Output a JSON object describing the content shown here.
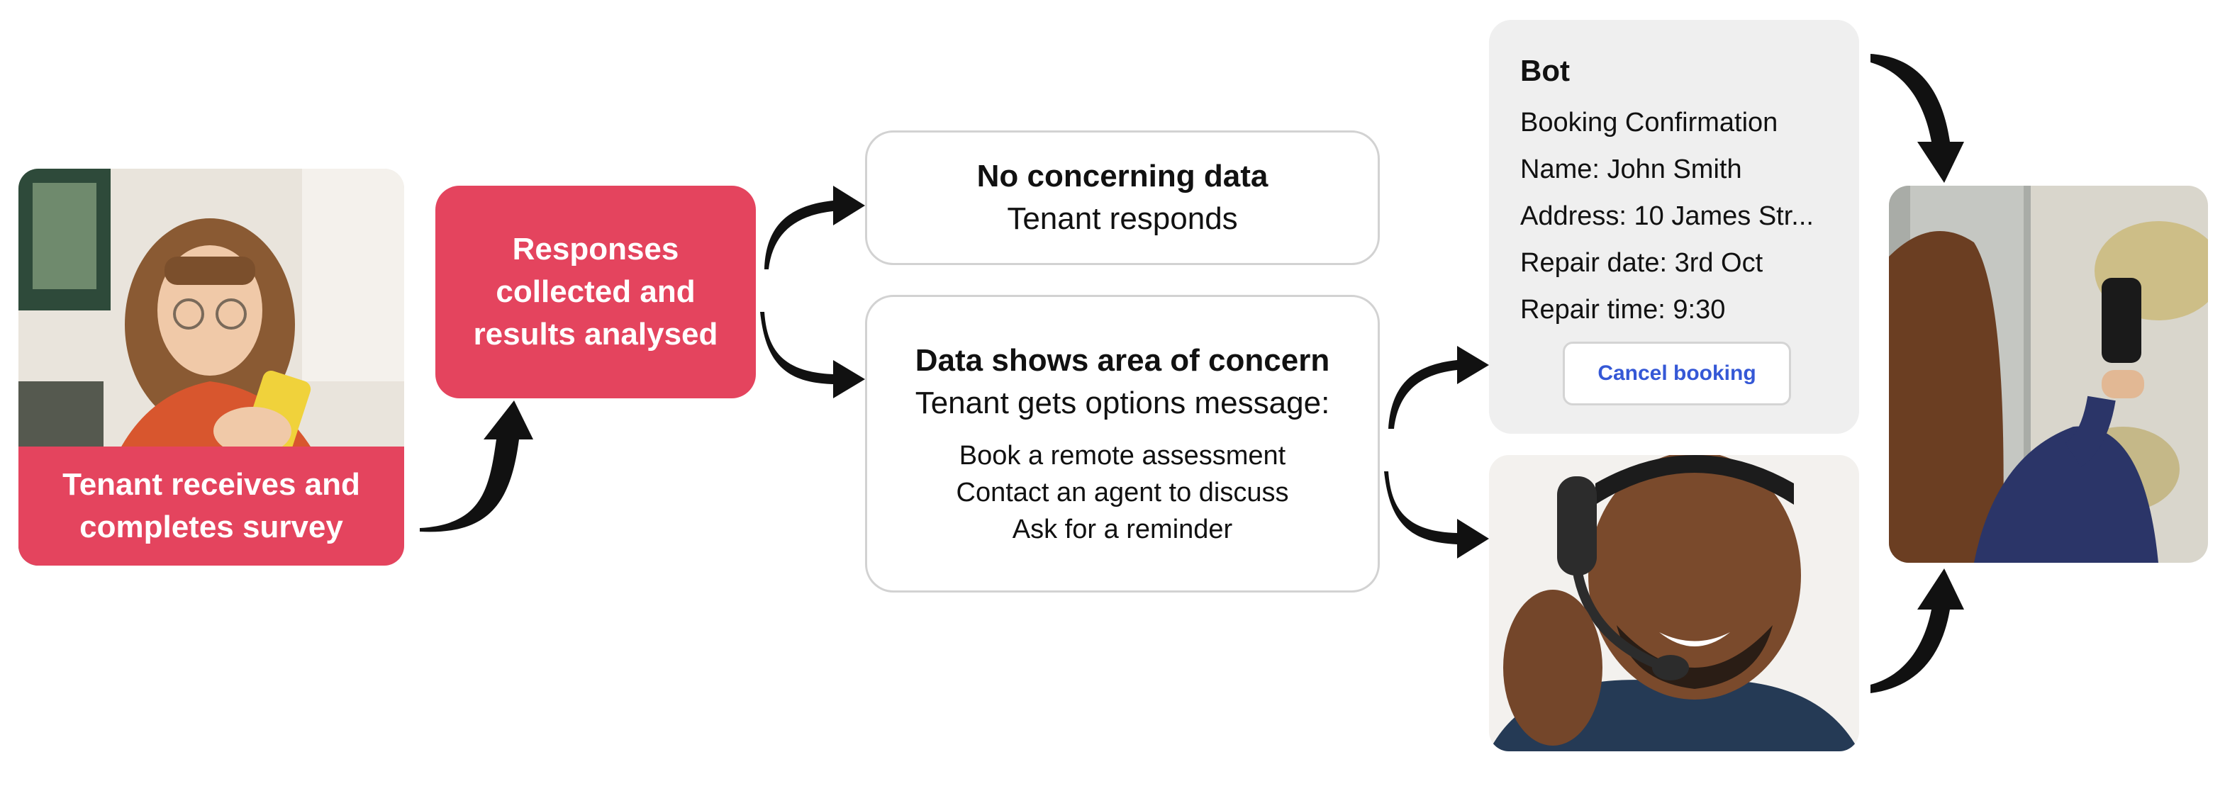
{
  "survey": {
    "caption": "Tenant receives and completes survey"
  },
  "responses": {
    "label": "Responses collected and results analysed"
  },
  "no_concern": {
    "title": "No concerning data",
    "subtitle": "Tenant responds"
  },
  "concern": {
    "title": "Data shows area of concern",
    "subtitle": "Tenant gets options message:",
    "options": [
      "Book a remote assessment",
      "Contact an agent to discuss",
      "Ask for a reminder"
    ]
  },
  "bot": {
    "title": "Bot",
    "lines": [
      "Booking Confirmation",
      "Name: John Smith",
      "Address: 10 James Str...",
      "Repair date: 3rd Oct",
      "Repair time: 9:30"
    ],
    "cancel_label": "Cancel booking"
  },
  "colors": {
    "accent": "#e4445e",
    "arrow": "#111111",
    "box_border": "#d2d2d2",
    "bot_bg": "#efefef",
    "link": "#3558d6"
  },
  "icons": [
    "curved-arrow-icon"
  ]
}
